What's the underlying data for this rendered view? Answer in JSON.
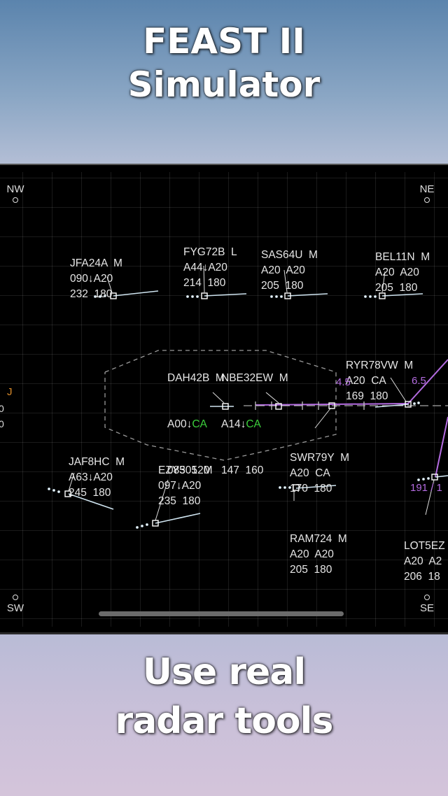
{
  "headline": {
    "line1": "FEAST II",
    "line2": "Simulator"
  },
  "tagline": {
    "line1": "Use real",
    "line2": "radar tools"
  },
  "compass": {
    "nw": "NW",
    "ne": "NE",
    "sw": "SW",
    "se": "SE"
  },
  "flights": [
    {
      "callsign": "JFA24A  M",
      "line2": "090↓A20",
      "line3": "232  180"
    },
    {
      "callsign": "FYG72B  L",
      "line2": "A44↓A20",
      "line3": "214  180"
    },
    {
      "callsign": "SAS64U  M",
      "line2": "A20  A20",
      "line3": "205  180"
    },
    {
      "callsign": "BEL11N  M",
      "line2": "A20  A20",
      "line3": "205  180"
    },
    {
      "callsign": "DAH42B  M",
      "line2a": "A00↓",
      "line2b": "CA",
      "line3": "083  120"
    },
    {
      "callsign": "NBE32EW  M",
      "line2a": "A14↓",
      "line2b": "CA",
      "line3": "147  160"
    },
    {
      "callsign": "RYR78VW  M",
      "line2": "A20  CA",
      "line3": "169  180"
    },
    {
      "callsign": "JAF8HC  M",
      "line2": "A63↓A20",
      "line3": "245  180"
    },
    {
      "callsign": "EZY505  M",
      "line2": "097↓A20",
      "line3": "235  180"
    },
    {
      "callsign": "SWR79Y  M",
      "line2": "A20  CA",
      "line3": "170  180"
    },
    {
      "callsign": "RAM724  M",
      "line2": "A20  A20",
      "line3": "205  180"
    },
    {
      "callsign": "LOT5EZ",
      "line2": "A20  A2",
      "line3": "206  18"
    }
  ],
  "annotations": {
    "dist1": "4.5",
    "dist2": "6.5",
    "speed_edge": "191 / 1",
    "left_j": "J",
    "left_a": "0",
    "left_b": "0"
  },
  "colors": {
    "ca": "#3ccf3c",
    "measure": "#b36be0",
    "accent": "#d98a2a"
  }
}
